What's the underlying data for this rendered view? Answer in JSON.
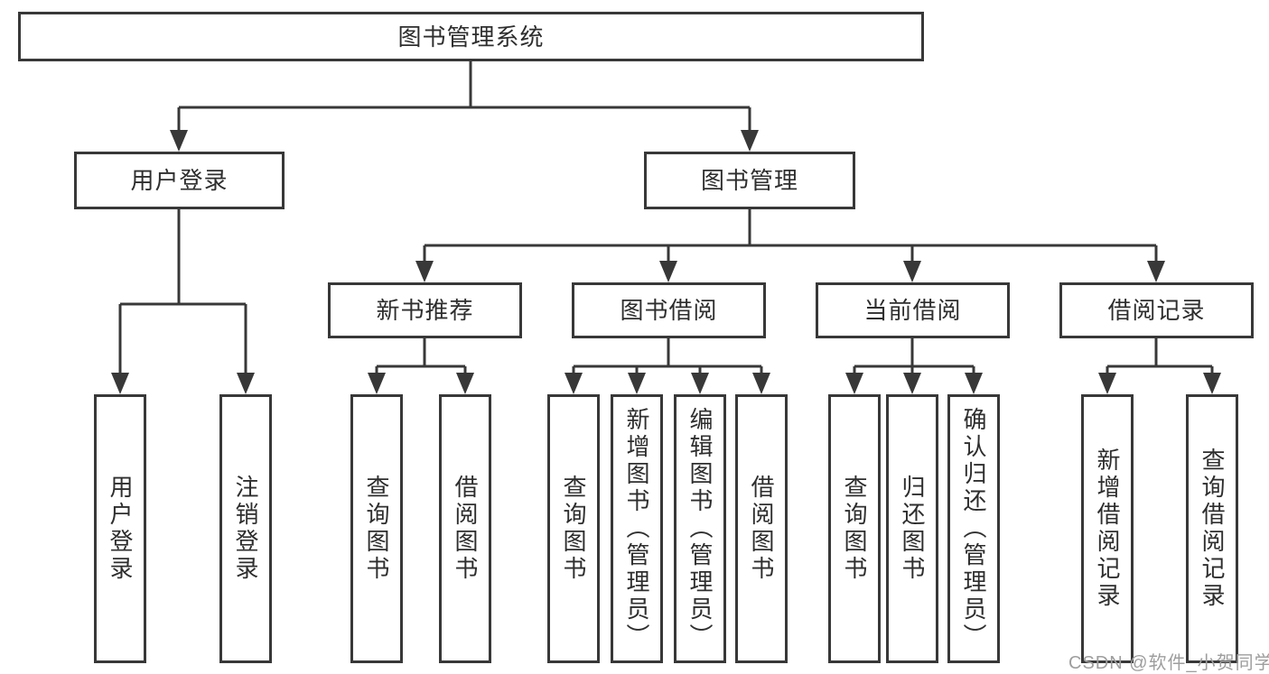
{
  "diagram": {
    "type": "hierarchy-tree",
    "title": "图书管理系统",
    "colors": {
      "line": "#383838",
      "box_border": "#383838",
      "box_fill": "#ffffff",
      "text": "#2e2e2e",
      "watermark": "#9e9e9e",
      "background": "#ffffff"
    },
    "nodes": {
      "root": "图书管理系统",
      "level2": [
        "用户登录",
        "图书管理"
      ],
      "level3": [
        "新书推荐",
        "图书借阅",
        "当前借阅",
        "借阅记录"
      ],
      "leaves": [
        "用户登录",
        "注销登录",
        "查询图书",
        "借阅图书",
        "查询图书",
        "新增图书（管理员）",
        "编辑图书（管理员）",
        "借阅图书",
        "查询图书",
        "归还图书",
        "确认归还（管理员）",
        "新增借阅记录",
        "查询借阅记录"
      ]
    },
    "hierarchy": {
      "图书管理系统": [
        "用户登录",
        "图书管理"
      ],
      "用户登录": [
        "用户登录",
        "注销登录"
      ],
      "图书管理": [
        "新书推荐",
        "图书借阅",
        "当前借阅",
        "借阅记录"
      ],
      "新书推荐": [
        "查询图书",
        "借阅图书"
      ],
      "图书借阅": [
        "查询图书",
        "新增图书（管理员）",
        "编辑图书（管理员）",
        "借阅图书"
      ],
      "当前借阅": [
        "查询图书",
        "归还图书",
        "确认归还（管理员）"
      ],
      "借阅记录": [
        "新增借阅记录",
        "查询借阅记录"
      ]
    },
    "watermark": "CSDN @软件_小贺同学"
  }
}
